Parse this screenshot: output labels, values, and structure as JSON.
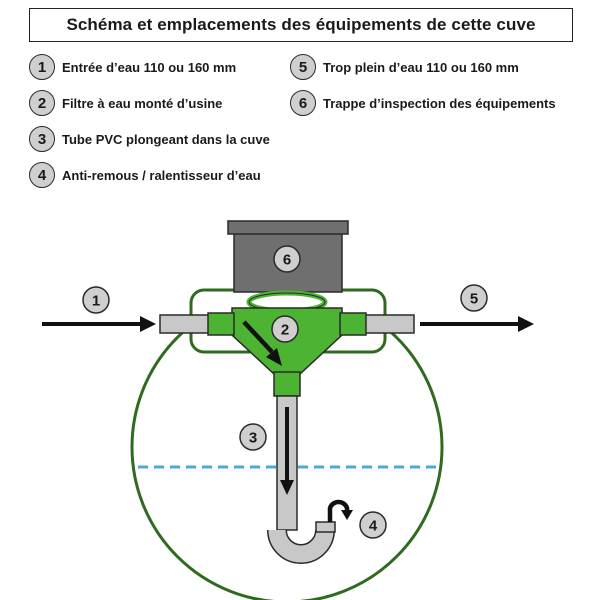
{
  "title": "Schéma et emplacements des équipements de cette cuve",
  "legend": [
    {
      "number": "1",
      "label": "Entrée d’eau 110 ou 160 mm"
    },
    {
      "number": "2",
      "label": "Filtre à eau monté d’usine"
    },
    {
      "number": "3",
      "label": "Tube PVC plongeant dans la cuve"
    },
    {
      "number": "4",
      "label": "Anti-remous / ralentisseur d’eau"
    },
    {
      "number": "5",
      "label": "Trop plein d’eau 110 ou 160 mm"
    },
    {
      "number": "6",
      "label": "Trappe d’inspection des équipements"
    }
  ],
  "diagram_labels": {
    "inlet": "1",
    "filter": "2",
    "tube": "3",
    "anti_remous": "4",
    "overflow": "5",
    "hatch": "6"
  },
  "colors": {
    "tank_outline": "#2e6b1f",
    "filter_green": "#4cb333",
    "pipe_grey": "#c8c8c8",
    "hatch_grey": "#6f6f6f",
    "water_line": "#4aa8dd",
    "badge_fill": "#cfcfcf"
  }
}
